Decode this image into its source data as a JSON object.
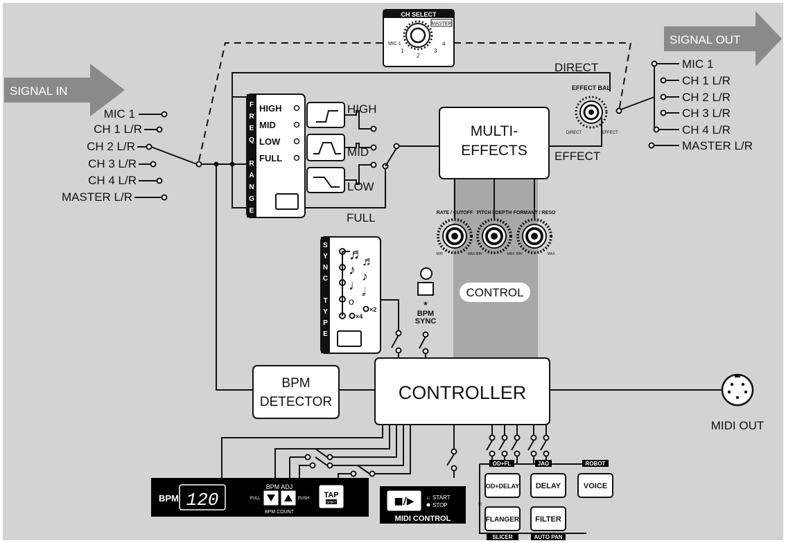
{
  "signal_in": "SIGNAL IN",
  "signal_out": "SIGNAL OUT",
  "inputs": [
    "MIC 1",
    "CH 1 L/R",
    "CH 2 L/R",
    "CH 3 L/R",
    "CH 4 L/R",
    "MASTER L/R"
  ],
  "outputs": [
    "MIC 1",
    "CH 1 L/R",
    "CH 2 L/R",
    "CH 3 L/R",
    "CH 4 L/R",
    "MASTER L/R"
  ],
  "ch_select": {
    "title": "CH SELECT",
    "mic1": "MIC 1",
    "n1": "1",
    "n2": "2",
    "n3": "3",
    "n4": "4",
    "master": "MASTER"
  },
  "freq_range": {
    "side_letters": [
      "F",
      "R",
      "E",
      "Q",
      " ",
      "R",
      "A",
      "N",
      "G",
      "E"
    ],
    "options": [
      "HIGH",
      "MID",
      "LOW",
      "FULL"
    ],
    "out_high": "HIGH",
    "out_mid": "MID",
    "out_low": "LOW",
    "out_full": "FULL"
  },
  "direct_label": "DIRECT",
  "effect_label": "EFFECT",
  "effect_bal": {
    "title": "EFFECT BAL",
    "left": "DIRECT",
    "right": "EFFECT"
  },
  "multi_effects": {
    "line1": "MULTI-",
    "line2": "EFFECTS"
  },
  "knobs": [
    {
      "label": "RATE / CUTOFF",
      "min": "MIN",
      "max": "MAX"
    },
    {
      "label": "PITCH / DEPTH",
      "min": "MIN",
      "max": "MAX"
    },
    {
      "label": "FORMANT / RESO",
      "min": "MIN",
      "max": "MAX"
    }
  ],
  "control_label": "CONTROL",
  "sync_type": {
    "side_letters": [
      "S",
      "Y",
      "N",
      "C",
      " ",
      "T",
      "Y",
      "P",
      "E"
    ],
    "x2": "×2",
    "x4": "×4"
  },
  "bpm_sync": {
    "star": "*",
    "line1": "BPM",
    "line2": "SYNC"
  },
  "bpm_detector": {
    "line1": "BPM",
    "line2": "DETECTOR"
  },
  "controller": "CONTROLLER",
  "midi_out": "MIDI OUT",
  "bpm_panel": {
    "bpm": "BPM",
    "value": "120",
    "adj": "BPM ADJ",
    "pull": "PULL",
    "push": "PUSH",
    "count": "BPM COUNT",
    "tap": "TAP",
    "shift": "SHIFT"
  },
  "midi_control": {
    "symbol": "■/▶",
    "start": "START",
    "stop": "STOP",
    "title": "MIDI CONTROL"
  },
  "effect_buttons": {
    "od_fl": "OD+FL",
    "jao": "JAO",
    "robot": "ROBOT",
    "od_delay": "OD+DELAY",
    "delay": "DELAY",
    "voice": "VOICE",
    "flanger": "FLANGER",
    "filter": "FILTER",
    "slicer": "SLICER",
    "auto_pan": "AUTO PAN"
  },
  "colors": {
    "background": "#d3d3d3",
    "arrow": "#8a8a8a",
    "control_band": "#a8a8a8",
    "panel": "#000000"
  }
}
